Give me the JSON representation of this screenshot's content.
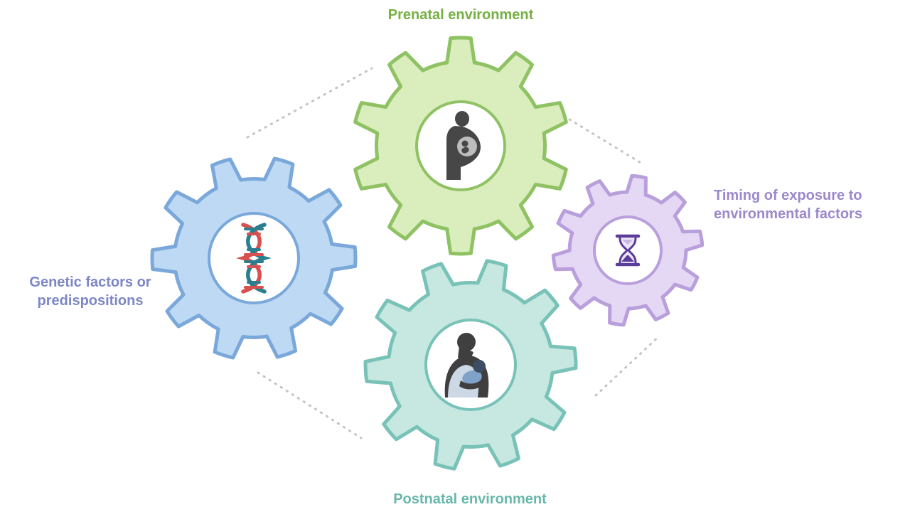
{
  "labels": {
    "prenatal": "Prenatal environment",
    "genetic_line1": "Genetic factors or",
    "genetic_line2": "predispositions",
    "timing_line1": "Timing of exposure to",
    "timing_line2": "environmental factors",
    "postnatal": "Postnatal environment"
  },
  "colors": {
    "prenatal_fill": "#d9edbd",
    "prenatal_stroke": "#8fc263",
    "prenatal_text": "#76b043",
    "genetic_fill": "#bdd9f3",
    "genetic_stroke": "#7ba8da",
    "genetic_text": "#7d86c6",
    "timing_fill": "#e5d8f4",
    "timing_stroke": "#b99fdb",
    "timing_text": "#9c88cb",
    "postnatal_fill": "#c6e8e1",
    "postnatal_stroke": "#79c2b8",
    "postnatal_text": "#68b7ab",
    "connector": "#c4c4c4"
  },
  "icons": {
    "prenatal": "pregnant-woman-icon",
    "genetic": "dna-icon",
    "timing": "hourglass-icon",
    "postnatal": "mother-baby-icon"
  }
}
